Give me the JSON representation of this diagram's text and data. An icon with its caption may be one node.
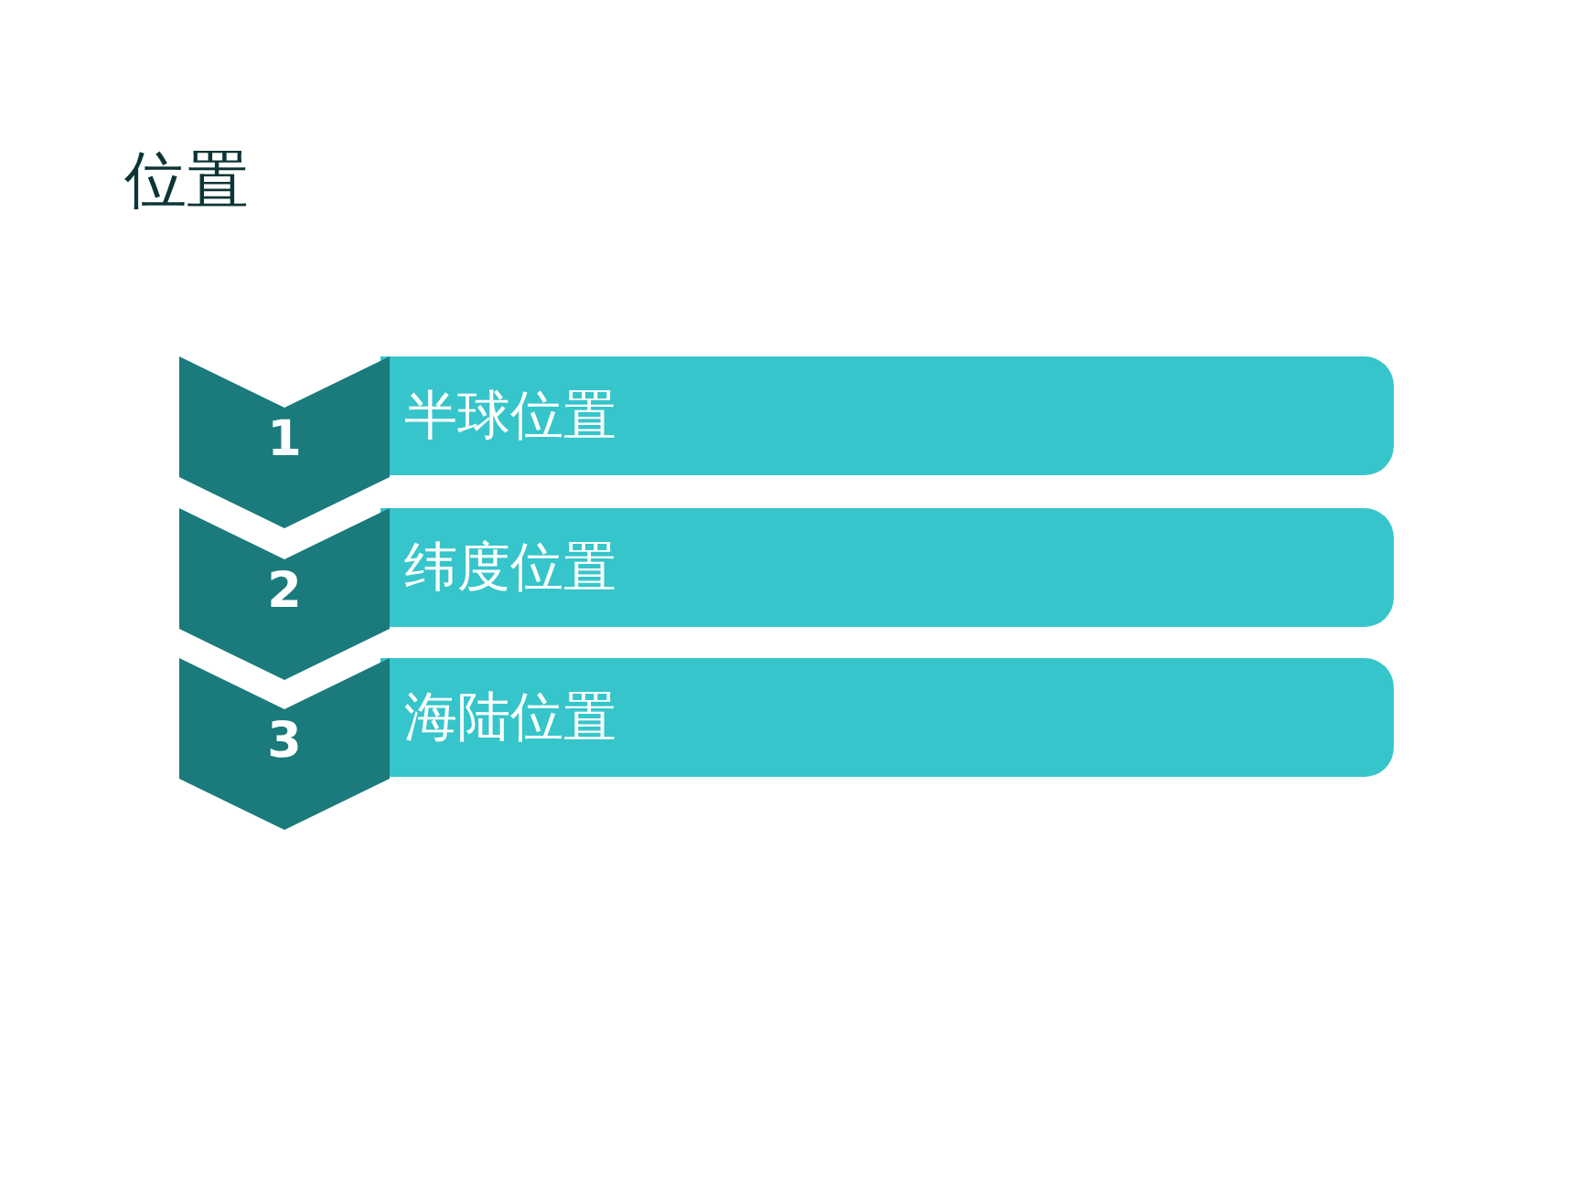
{
  "diagram": {
    "title": "位置",
    "nodes": [
      {
        "text": [
          "1"
        ]
      },
      {
        "text": [
          "半球位置"
        ]
      },
      {
        "text": [
          "2"
        ]
      },
      {
        "text": [
          "纬度位置"
        ]
      },
      {
        "text": [
          "3"
        ]
      },
      {
        "text": [
          "海陆位置"
        ]
      }
    ]
  }
}
